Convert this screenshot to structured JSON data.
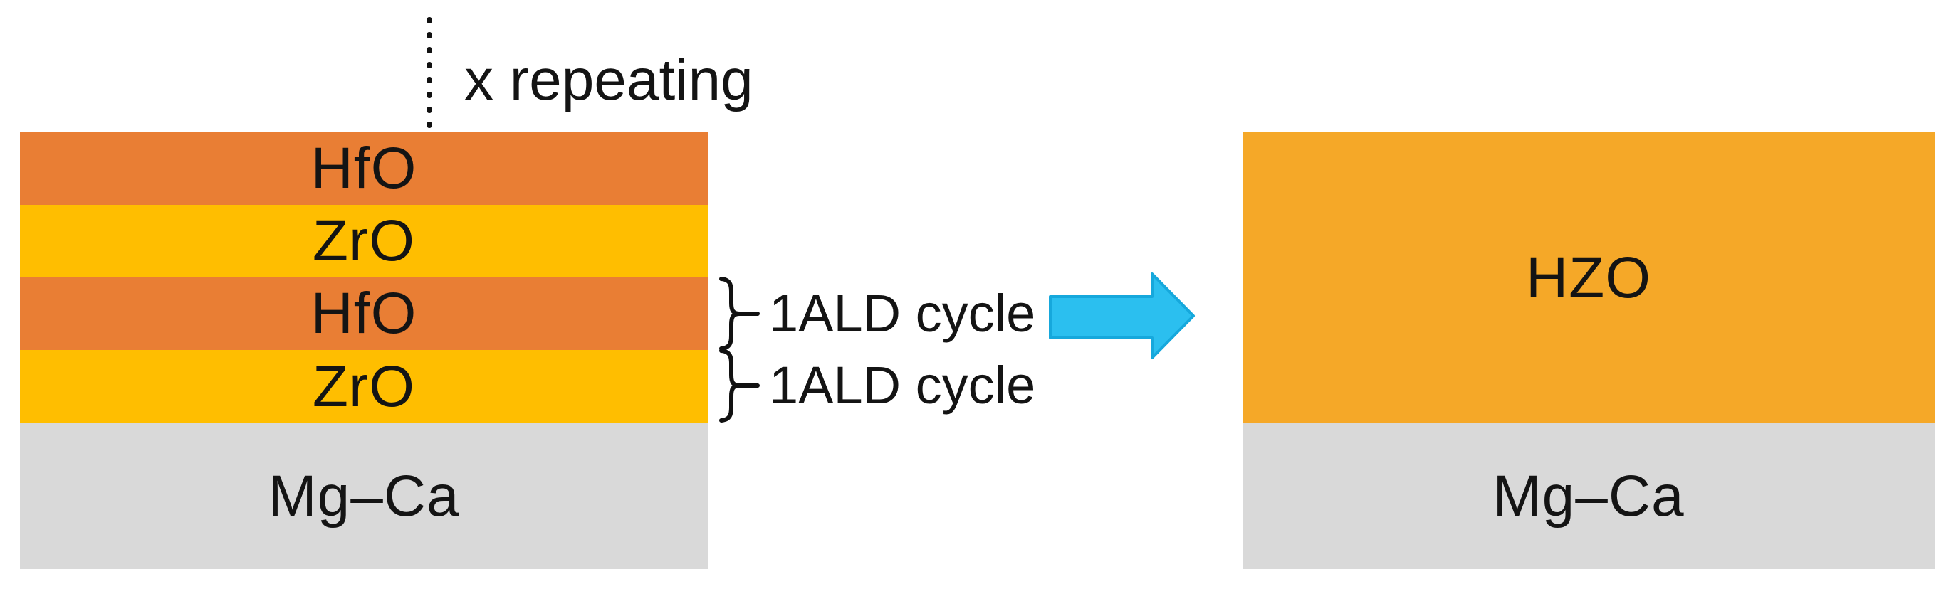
{
  "figure": {
    "background_color": "#FFFFFF",
    "ink_color": "#111111"
  },
  "repeat_annotation": {
    "label": "x repeating"
  },
  "left_stack": {
    "layers": [
      {
        "label": "HfO",
        "color": "#E97E34"
      },
      {
        "label": "ZrO",
        "color": "#FFBE00"
      },
      {
        "label": "HfO",
        "color": "#E97E34"
      },
      {
        "label": "ZrO",
        "color": "#FFBE00"
      }
    ],
    "substrate": {
      "label": "Mg–Ca",
      "color": "#D9D9D9"
    }
  },
  "cycle_annotations": [
    {
      "label": "1ALD cycle"
    },
    {
      "label": "1ALD cycle"
    }
  ],
  "arrow": {
    "fill": "#2BBFEF",
    "stroke": "#16A8DC"
  },
  "right_stack": {
    "film": {
      "label": "HZO",
      "color": "#F5A828"
    },
    "substrate": {
      "label": "Mg–Ca",
      "color": "#D9D9D9"
    }
  }
}
